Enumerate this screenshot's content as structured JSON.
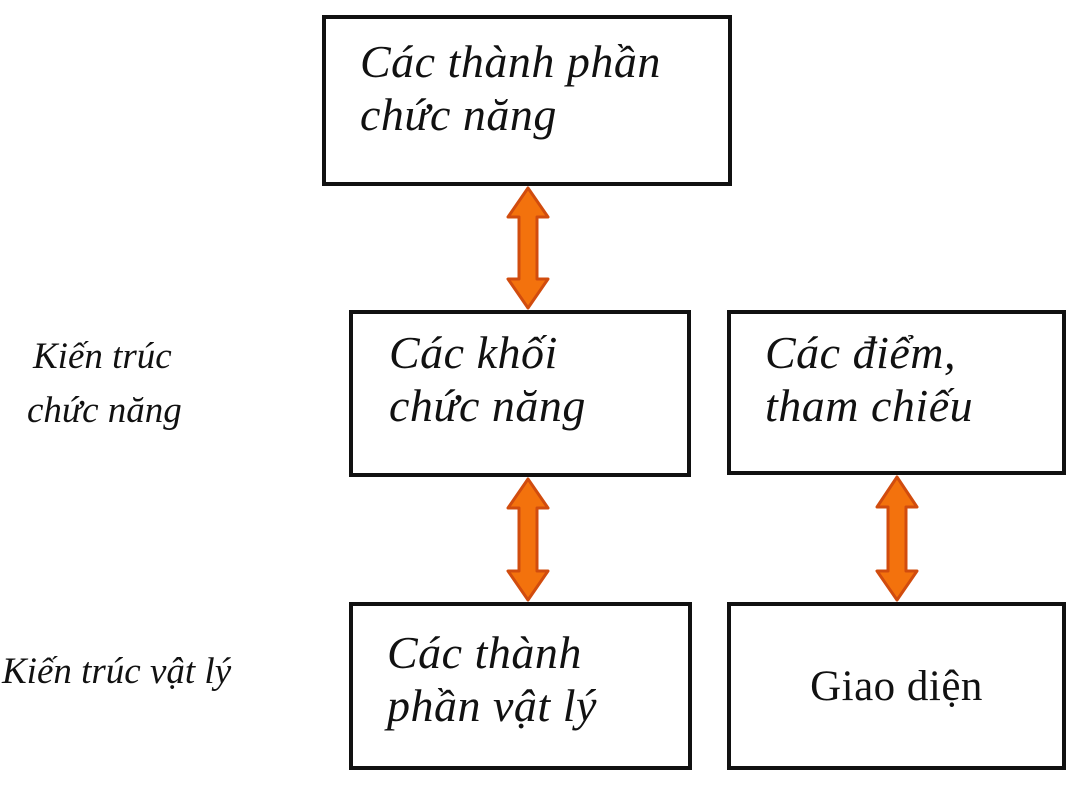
{
  "diagram": {
    "colors": {
      "background": "#ffffff",
      "box_border": "#111111",
      "text": "#111111",
      "arrow_fill": "#f3720d",
      "arrow_stroke": "#d14c0e"
    },
    "row_labels": {
      "functional": {
        "line1": "Kiến trúc",
        "line2": "chức năng"
      },
      "physical": {
        "line1": "Kiến trúc vật lý"
      }
    },
    "boxes": {
      "functional_components": {
        "line1": "Các thành phần",
        "line2": "chức năng"
      },
      "functional_blocks": {
        "line1": "Các khối",
        "line2": "chức năng"
      },
      "reference_points": {
        "line1": "Các điểm,",
        "line2": "tham chiếu"
      },
      "physical_components": {
        "line1": "Các thành",
        "line2": "phần vật lý"
      },
      "interface": {
        "line1": "Giao diện"
      }
    },
    "arrows": [
      {
        "icon": "double-vertical-arrow-icon",
        "connects": "functional_components to functional_blocks"
      },
      {
        "icon": "double-vertical-arrow-icon",
        "connects": "functional_blocks to physical_components"
      },
      {
        "icon": "double-vertical-arrow-icon",
        "connects": "reference_points to interface"
      }
    ]
  }
}
